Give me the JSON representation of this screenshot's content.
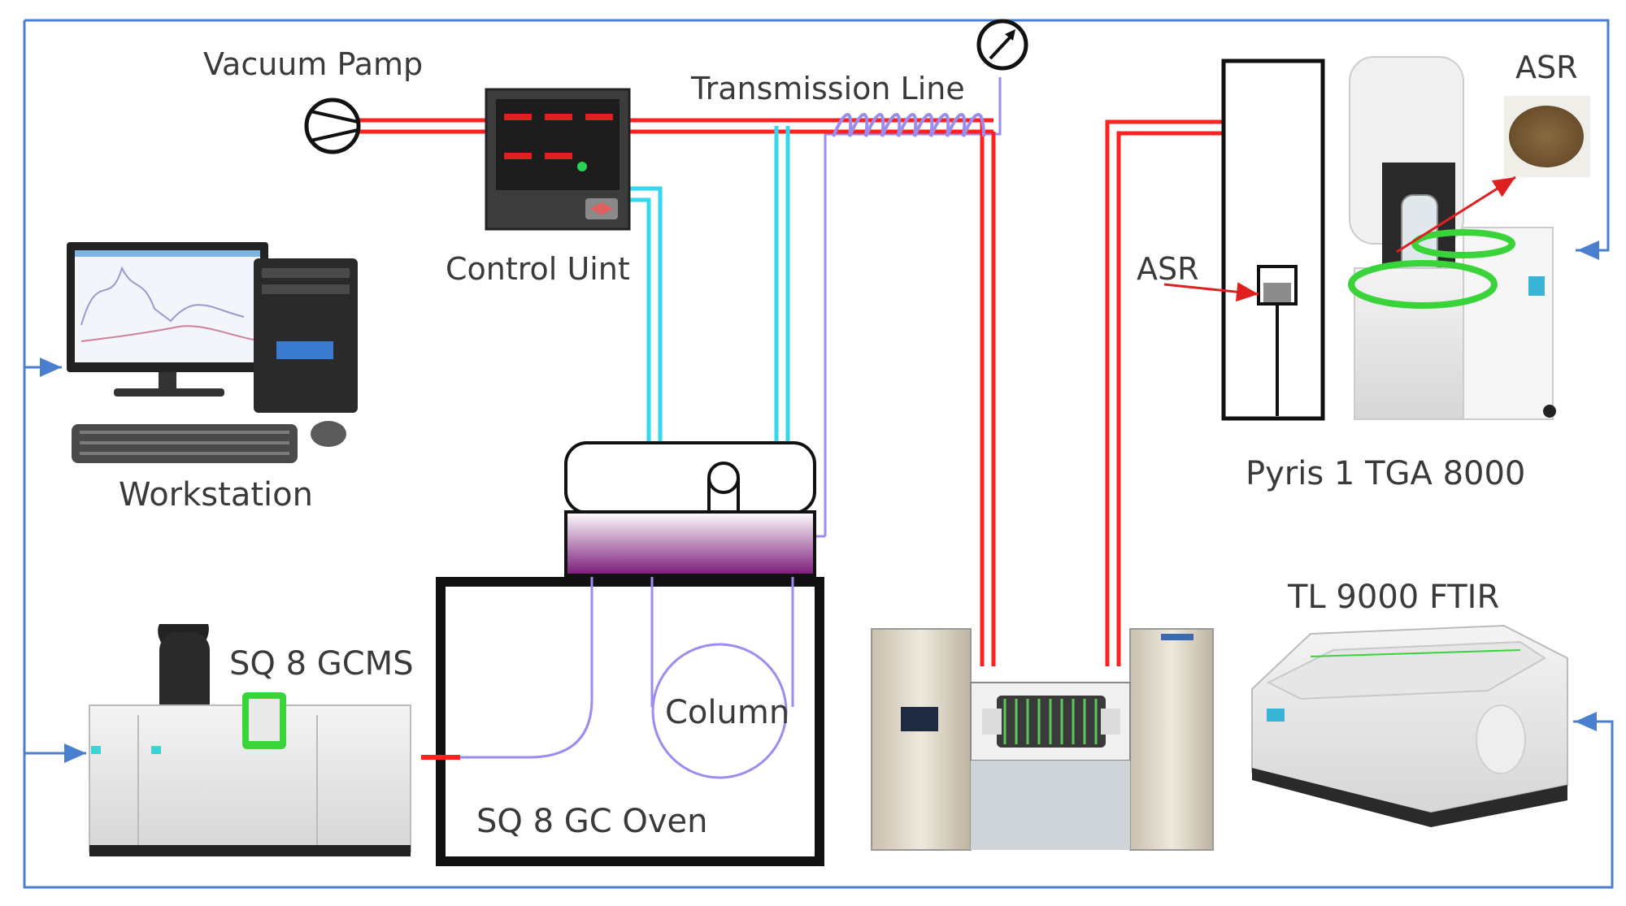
{
  "labels": {
    "vacuum_pump": "Vacuum Pamp",
    "control_unit": "Control Uint",
    "transmission_line": "Transmission Line",
    "workstation": "Workstation",
    "asr_top": "ASR",
    "asr_furnace": "ASR",
    "tga": "Pyris 1 TGA 8000",
    "ftir": "TL 9000 FTIR",
    "gcms": "SQ 8 GCMS",
    "column": "Column",
    "gc_oven": "SQ 8 GC Oven"
  },
  "colors": {
    "frame_line": "#4a7fd0",
    "hot_line": "#ff2020",
    "carrier_line": "#33d7ee",
    "capillary_line": "#9a8cf0",
    "device_green": "#3ad43a",
    "control_panel": "#3a3a3a",
    "led_red": "#e02020"
  },
  "icons": {
    "pump": "vacuum-pump-icon",
    "gauge": "pressure-gauge-icon",
    "arrows": "arrow-right-icon"
  }
}
